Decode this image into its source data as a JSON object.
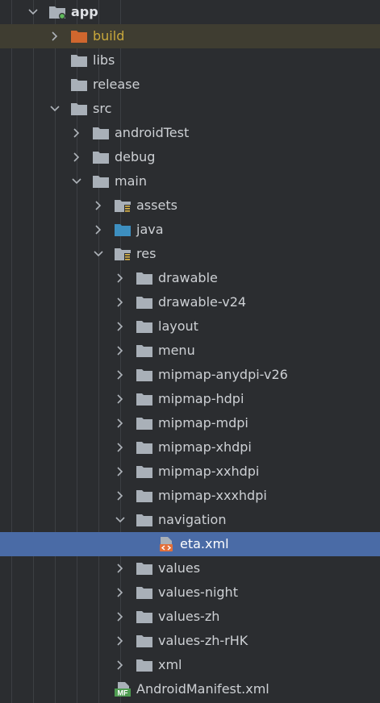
{
  "tree": [
    {
      "id": "app",
      "label": "app",
      "depth": 0,
      "expanded": true,
      "icon": "module",
      "bold": true
    },
    {
      "id": "build",
      "label": "build",
      "depth": 1,
      "expanded": false,
      "icon": "folder-orange",
      "style": "build"
    },
    {
      "id": "libs",
      "label": "libs",
      "depth": 1,
      "icon": "folder"
    },
    {
      "id": "release",
      "label": "release",
      "depth": 1,
      "icon": "folder"
    },
    {
      "id": "src",
      "label": "src",
      "depth": 1,
      "expanded": true,
      "icon": "folder"
    },
    {
      "id": "androidTest",
      "label": "androidTest",
      "depth": 2,
      "expanded": false,
      "icon": "folder"
    },
    {
      "id": "debug",
      "label": "debug",
      "depth": 2,
      "expanded": false,
      "icon": "folder"
    },
    {
      "id": "main",
      "label": "main",
      "depth": 2,
      "expanded": true,
      "icon": "folder"
    },
    {
      "id": "assets",
      "label": "assets",
      "depth": 3,
      "expanded": false,
      "icon": "folder-resources"
    },
    {
      "id": "java",
      "label": "java",
      "depth": 3,
      "expanded": false,
      "icon": "folder-blue"
    },
    {
      "id": "res",
      "label": "res",
      "depth": 3,
      "expanded": true,
      "icon": "folder-resources"
    },
    {
      "id": "drawable",
      "label": "drawable",
      "depth": 4,
      "expanded": false,
      "icon": "folder"
    },
    {
      "id": "drawable-v24",
      "label": "drawable-v24",
      "depth": 4,
      "expanded": false,
      "icon": "folder"
    },
    {
      "id": "layout",
      "label": "layout",
      "depth": 4,
      "expanded": false,
      "icon": "folder"
    },
    {
      "id": "menu",
      "label": "menu",
      "depth": 4,
      "expanded": false,
      "icon": "folder"
    },
    {
      "id": "mipmap-anydpi-v26",
      "label": "mipmap-anydpi-v26",
      "depth": 4,
      "expanded": false,
      "icon": "folder"
    },
    {
      "id": "mipmap-hdpi",
      "label": "mipmap-hdpi",
      "depth": 4,
      "expanded": false,
      "icon": "folder"
    },
    {
      "id": "mipmap-mdpi",
      "label": "mipmap-mdpi",
      "depth": 4,
      "expanded": false,
      "icon": "folder"
    },
    {
      "id": "mipmap-xhdpi",
      "label": "mipmap-xhdpi",
      "depth": 4,
      "expanded": false,
      "icon": "folder"
    },
    {
      "id": "mipmap-xxhdpi",
      "label": "mipmap-xxhdpi",
      "depth": 4,
      "expanded": false,
      "icon": "folder"
    },
    {
      "id": "mipmap-xxxhdpi",
      "label": "mipmap-xxxhdpi",
      "depth": 4,
      "expanded": false,
      "icon": "folder"
    },
    {
      "id": "navigation",
      "label": "navigation",
      "depth": 4,
      "expanded": true,
      "icon": "folder"
    },
    {
      "id": "eta-xml",
      "label": "eta.xml",
      "depth": 5,
      "icon": "xml-file",
      "selected": true
    },
    {
      "id": "values",
      "label": "values",
      "depth": 4,
      "expanded": false,
      "icon": "folder"
    },
    {
      "id": "values-night",
      "label": "values-night",
      "depth": 4,
      "expanded": false,
      "icon": "folder"
    },
    {
      "id": "values-zh",
      "label": "values-zh",
      "depth": 4,
      "expanded": false,
      "icon": "folder"
    },
    {
      "id": "values-zh-rHK",
      "label": "values-zh-rHK",
      "depth": 4,
      "expanded": false,
      "icon": "folder"
    },
    {
      "id": "xml",
      "label": "xml",
      "depth": 4,
      "expanded": false,
      "icon": "folder"
    },
    {
      "id": "AndroidManifest",
      "label": "AndroidManifest.xml",
      "depth": 3,
      "icon": "manifest-file"
    }
  ],
  "icon_labels": {
    "manifest": "MF"
  },
  "colors": {
    "background": "#2b2d30",
    "selected": "#4a6ba6",
    "folder": "#a9b0b8",
    "folder_orange": "#d0672e",
    "folder_blue": "#3d8fc0",
    "build_text": "#c9a83c",
    "manifest": "#4f9d52",
    "xml_orange": "#e2703a"
  }
}
